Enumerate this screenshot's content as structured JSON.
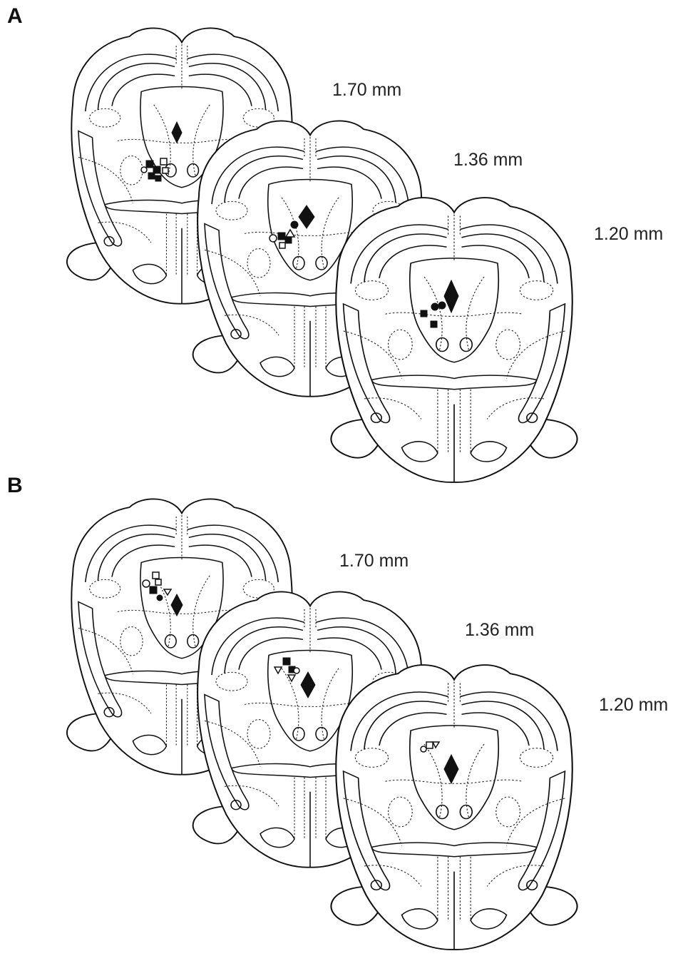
{
  "panels": [
    {
      "letter": "A",
      "sections": [
        {
          "label": "1.70 mm"
        },
        {
          "label": "1.36 mm"
        },
        {
          "label": "1.20 mm"
        }
      ]
    },
    {
      "letter": "B",
      "sections": [
        {
          "label": "1.70 mm"
        },
        {
          "label": "1.36 mm"
        },
        {
          "label": "1.20 mm"
        }
      ]
    }
  ],
  "colors": {
    "line": "#111111",
    "background": "#ffffff"
  },
  "marker_types": [
    "filled-square",
    "open-square",
    "filled-circle",
    "open-circle",
    "open-triangle",
    "filled-diamond"
  ]
}
